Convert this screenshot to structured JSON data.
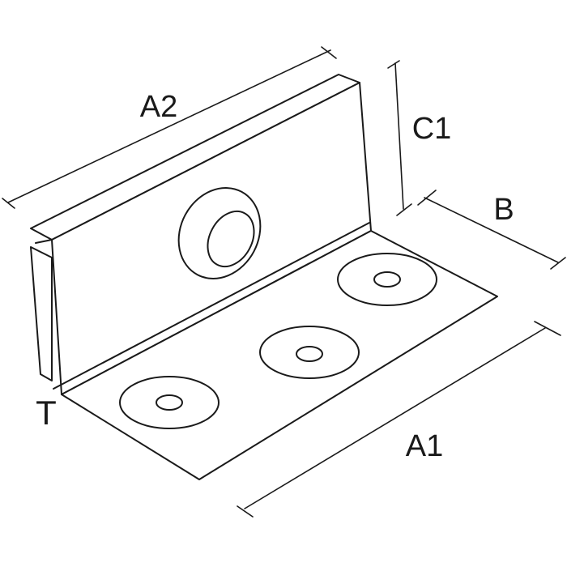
{
  "colors": {
    "line": "#1a1a1a",
    "background": "#ffffff",
    "face": "#ffffff"
  },
  "dimension_labels": {
    "a1": "A1",
    "a2": "A2",
    "b": "B",
    "c1": "C1",
    "t": "T"
  }
}
